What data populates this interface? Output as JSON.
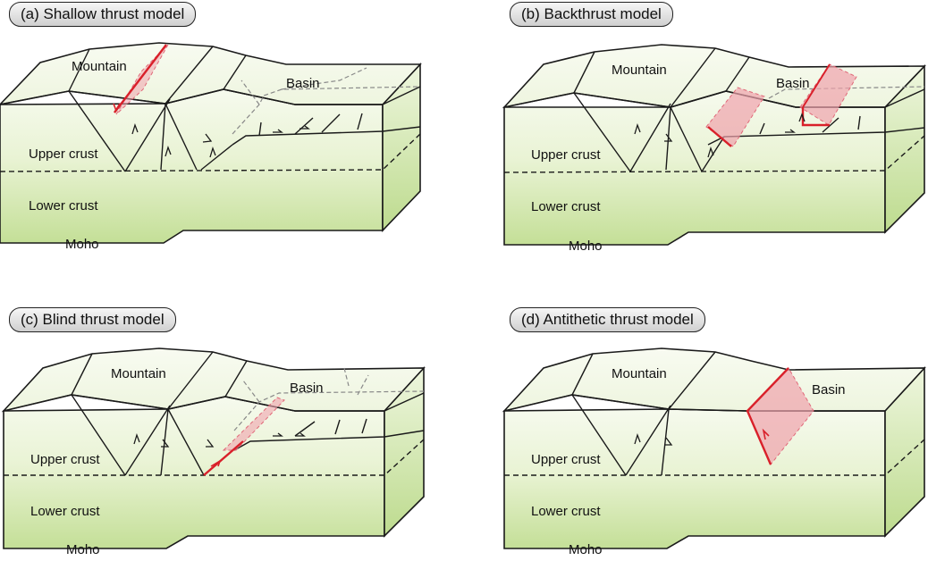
{
  "panels": [
    {
      "title": "(a) Shallow thrust model",
      "labels": {
        "mountain": "Mountain",
        "basin": "Basin",
        "upper_crust": "Upper crust",
        "lower_crust": "Lower crust",
        "moho": "Moho"
      }
    },
    {
      "title": "(b) Backthrust model",
      "labels": {
        "mountain": "Mountain",
        "basin": "Basin",
        "upper_crust": "Upper crust",
        "lower_crust": "Lower crust",
        "moho": "Moho"
      }
    },
    {
      "title": "(c) Blind thrust model",
      "labels": {
        "mountain": "Mountain",
        "basin": "Basin",
        "upper_crust": "Upper crust",
        "lower_crust": "Lower crust",
        "moho": "Moho"
      }
    },
    {
      "title": "(d) Antithetic thrust model",
      "labels": {
        "mountain": "Mountain",
        "basin": "Basin",
        "upper_crust": "Upper crust",
        "lower_crust": "Lower crust",
        "moho": "Moho"
      }
    }
  ],
  "colors": {
    "fault_red": "#d9202a",
    "fault_fill": "#f0a3ad",
    "crust_light": "#f4f9ea",
    "crust_green": "#c5e19b",
    "outline": "#1a1a1a"
  }
}
